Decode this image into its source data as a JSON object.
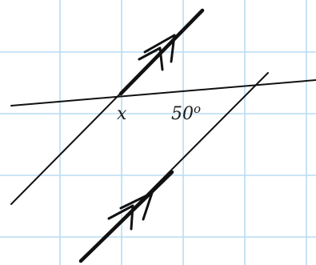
{
  "diagram": {
    "labels": {
      "angle_x": "x",
      "angle_value": "50",
      "angle_unit": "o"
    },
    "colors": {
      "background": "#ffffff",
      "grid": "#b9dcf3",
      "line": "#111111",
      "text": "#1a1a1a"
    },
    "markers": {
      "parallel_arrow_icon": "double-arrowhead-icon"
    }
  }
}
